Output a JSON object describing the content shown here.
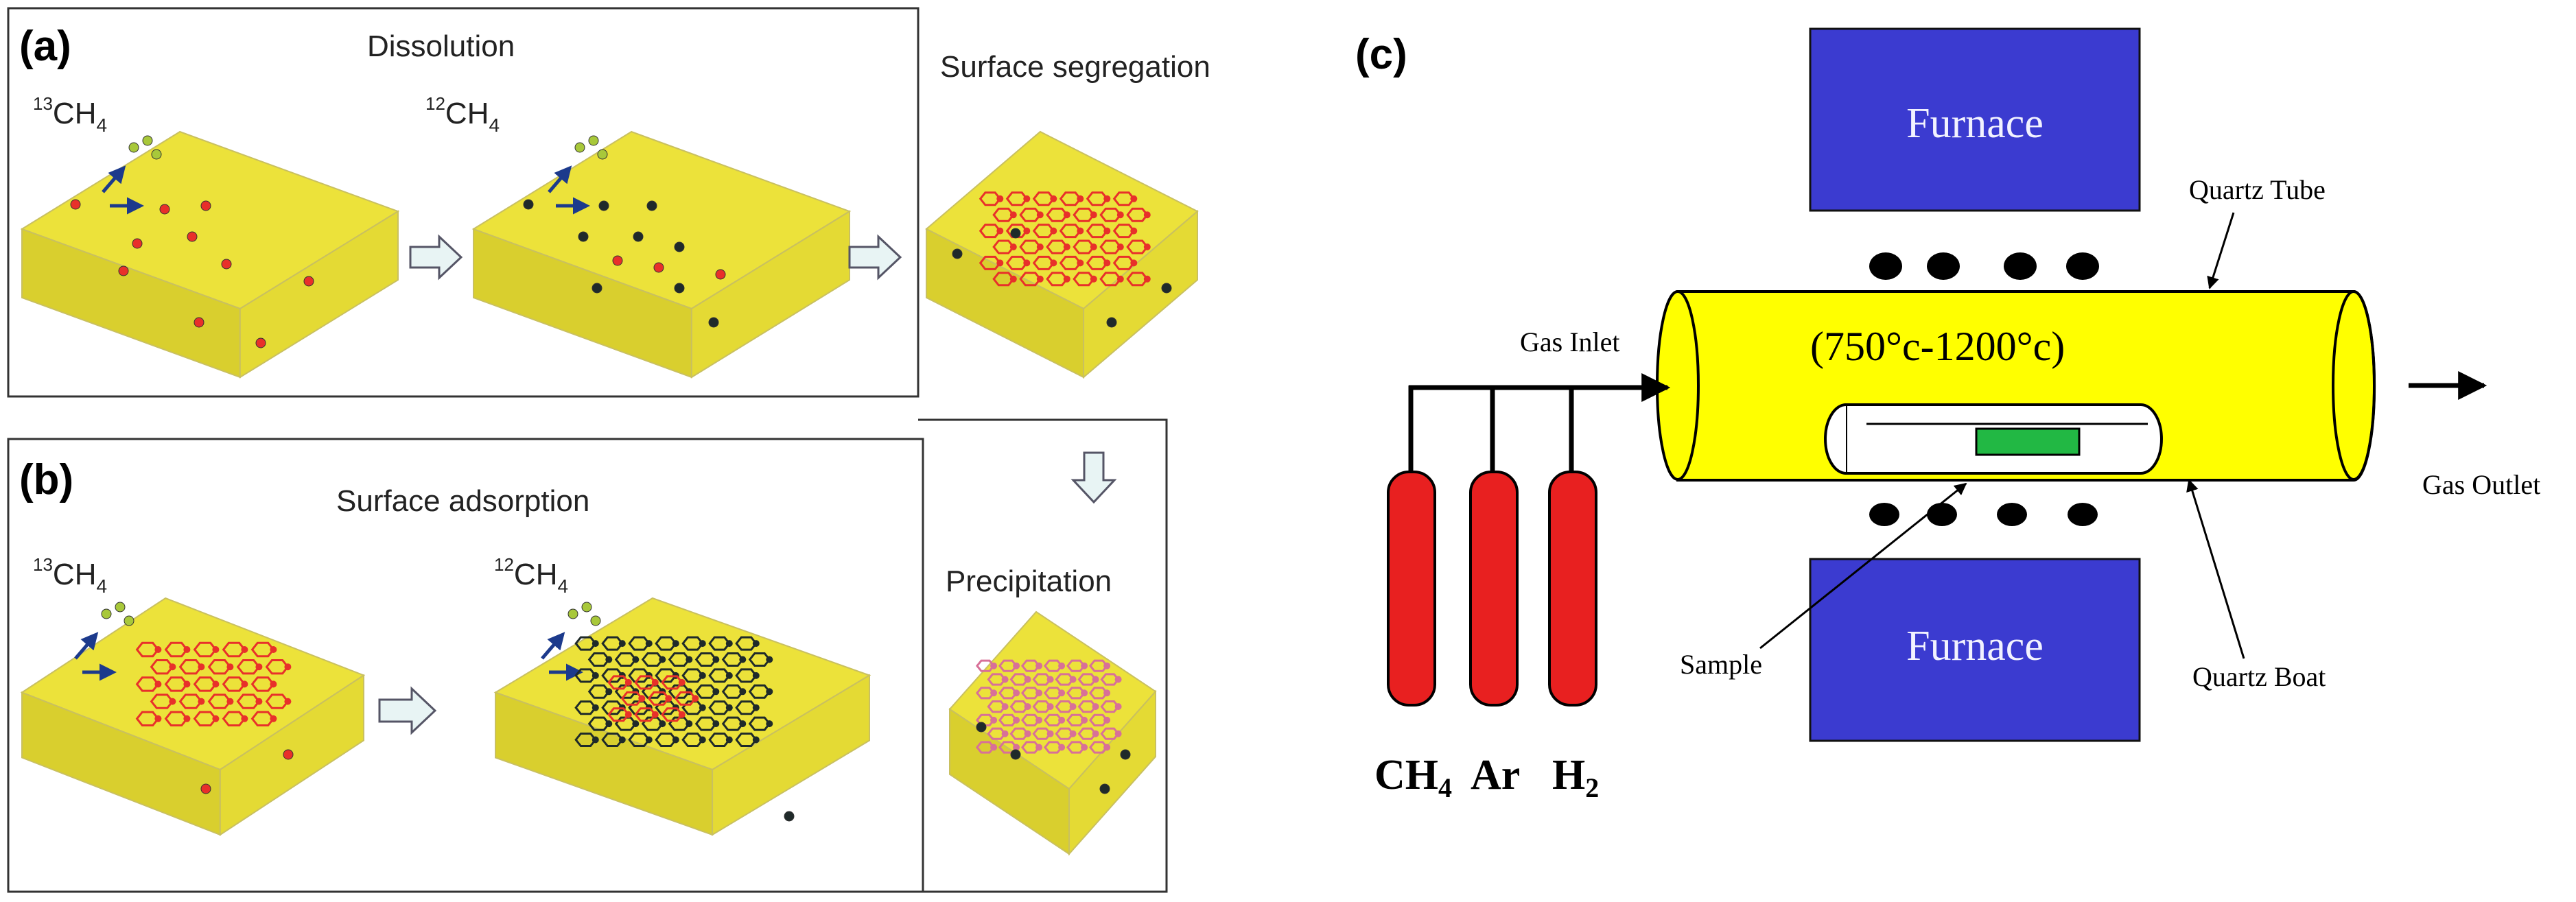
{
  "panel_a": {
    "tag": "(a)",
    "title_left": "Dissolution",
    "title_right": "Surface segregation",
    "gas1_mass": "13",
    "gas1_formula": "CH",
    "gas1_sub": "4",
    "gas2_mass": "12",
    "gas2_formula": "CH",
    "gas2_sub": "4"
  },
  "panel_b": {
    "tag": "(b)",
    "title": "Surface adsorption",
    "gas1_mass": "13",
    "gas1_formula": "CH",
    "gas1_sub": "4",
    "gas2_mass": "12",
    "gas2_formula": "CH",
    "gas2_sub": "4"
  },
  "precipitation": {
    "label": "Precipitation"
  },
  "panel_c": {
    "tag": "(c)",
    "furnace_top": "Furnace",
    "furnace_bottom": "Furnace",
    "quartz_tube": "Quartz Tube",
    "temperature": "(750°c-1200°c)",
    "gas_inlet": "Gas Inlet",
    "gas_outlet": "Gas Outlet",
    "sample": "Sample",
    "quartz_boat": "Quartz Boat",
    "cyl1_main": "CH",
    "cyl1_sub": "4",
    "cyl2": "Ar",
    "cyl3_main": "H",
    "cyl3_sub": "2"
  },
  "colors": {
    "substrate": "#ece23a",
    "substrate_side": "#d9cf2e",
    "carbon13": "#e8302a",
    "carbon12": "#1f2a2a",
    "gas_dot": "#a8c83a",
    "arrow_blue": "#1c3a8c",
    "furnace": "#3b3bd0",
    "tube": "#ffff00",
    "cylinder": "#e82020",
    "sample": "#22b844"
  }
}
